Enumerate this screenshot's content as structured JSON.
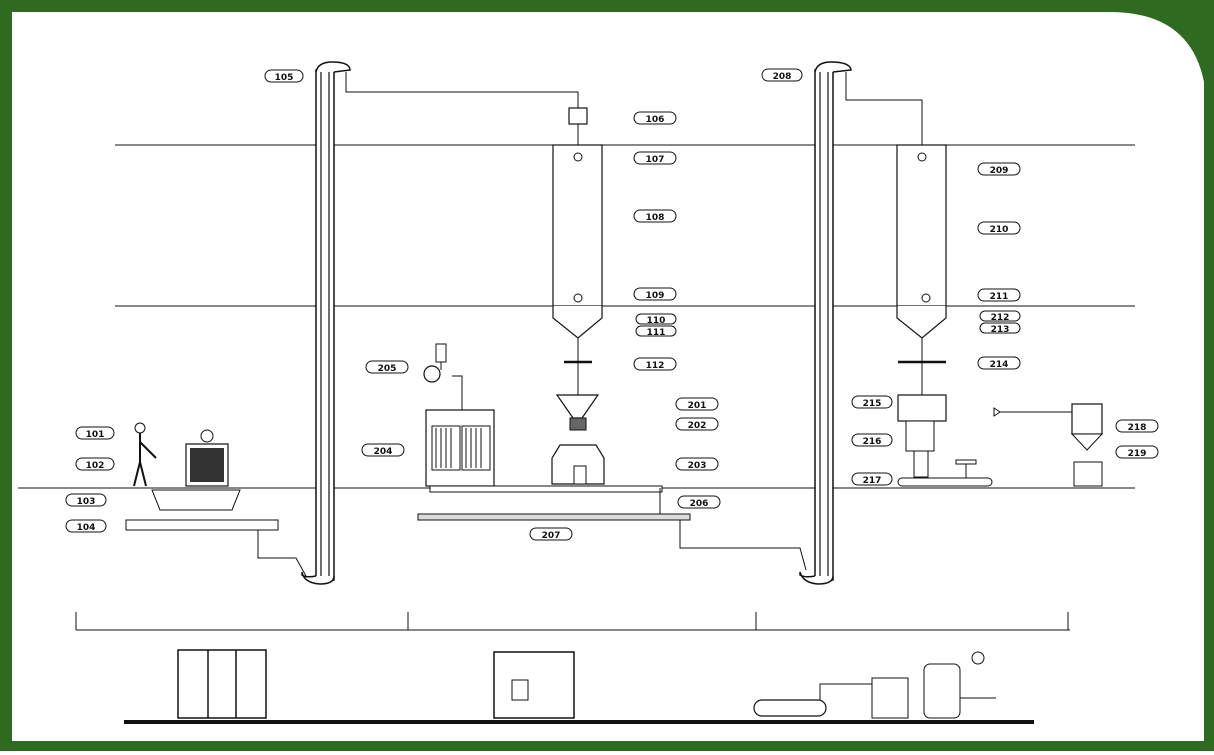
{
  "frame": {
    "border_color": "#2e6a1f",
    "background": "#ffffff"
  },
  "tags": {
    "t105": "105",
    "t106": "106",
    "t107": "107",
    "t108": "108",
    "t109": "109",
    "t110": "110",
    "t111": "111",
    "t112": "112",
    "t101": "101",
    "t102": "102",
    "t103": "103",
    "t104": "104",
    "t205": "205",
    "t204": "204",
    "t201": "201",
    "t202": "202",
    "t203": "203",
    "t206": "206",
    "t207": "207",
    "t208": "208",
    "t209": "209",
    "t210": "210",
    "t211": "211",
    "t212": "212",
    "t213": "213",
    "t214": "214",
    "t215": "215",
    "t216": "216",
    "t217": "217",
    "t218": "218",
    "t219": "219"
  }
}
